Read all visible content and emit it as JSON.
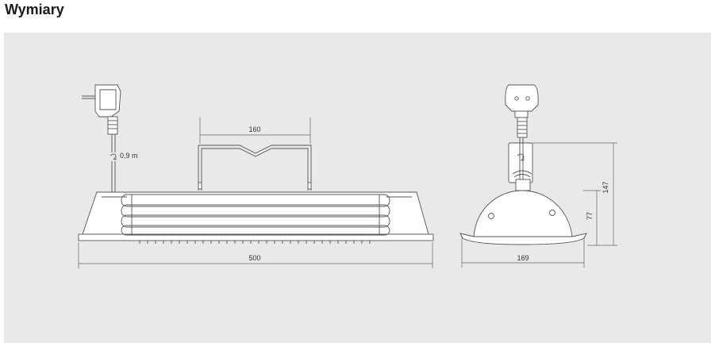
{
  "header": {
    "title": "Wymiary"
  },
  "dimensions": {
    "cable_length": "0,9 m",
    "bracket_width": "160",
    "heater_length": "500",
    "heater_depth": "169",
    "total_height": "147",
    "body_height": "77"
  },
  "colors": {
    "panel": "#e9e9e9",
    "line": "#555555",
    "fill": "#ffffff"
  }
}
